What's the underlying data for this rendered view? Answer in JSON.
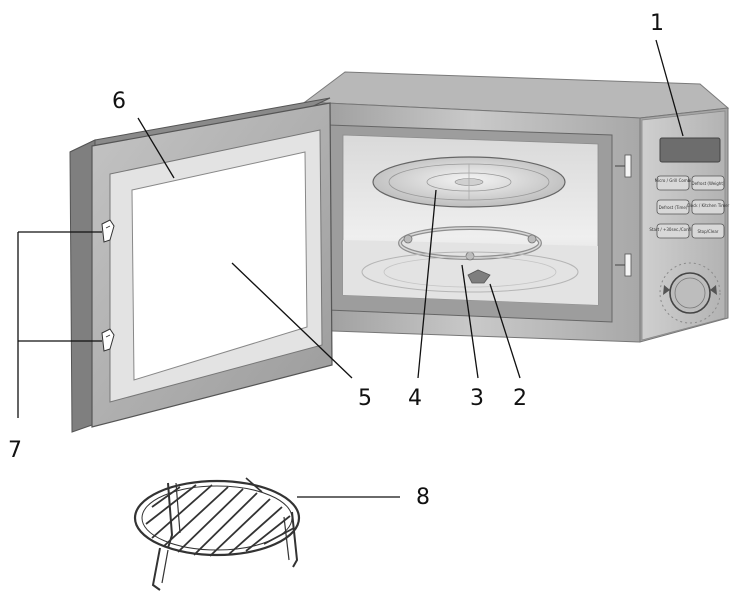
{
  "callouts": [
    {
      "id": "1",
      "label": "1"
    },
    {
      "id": "2",
      "label": "2"
    },
    {
      "id": "3",
      "label": "3"
    },
    {
      "id": "4",
      "label": "4"
    },
    {
      "id": "5",
      "label": "5"
    },
    {
      "id": "6",
      "label": "6"
    },
    {
      "id": "7",
      "label": "7"
    },
    {
      "id": "8",
      "label": "8"
    }
  ],
  "control_panel": {
    "buttons": [
      "Micro / Grill Combi",
      "Defrost (Weight)",
      "Defrost (Time)",
      "Clock / Kitchen Timer",
      "Start / +30sec./Confirm",
      "Stop/Clear"
    ]
  }
}
